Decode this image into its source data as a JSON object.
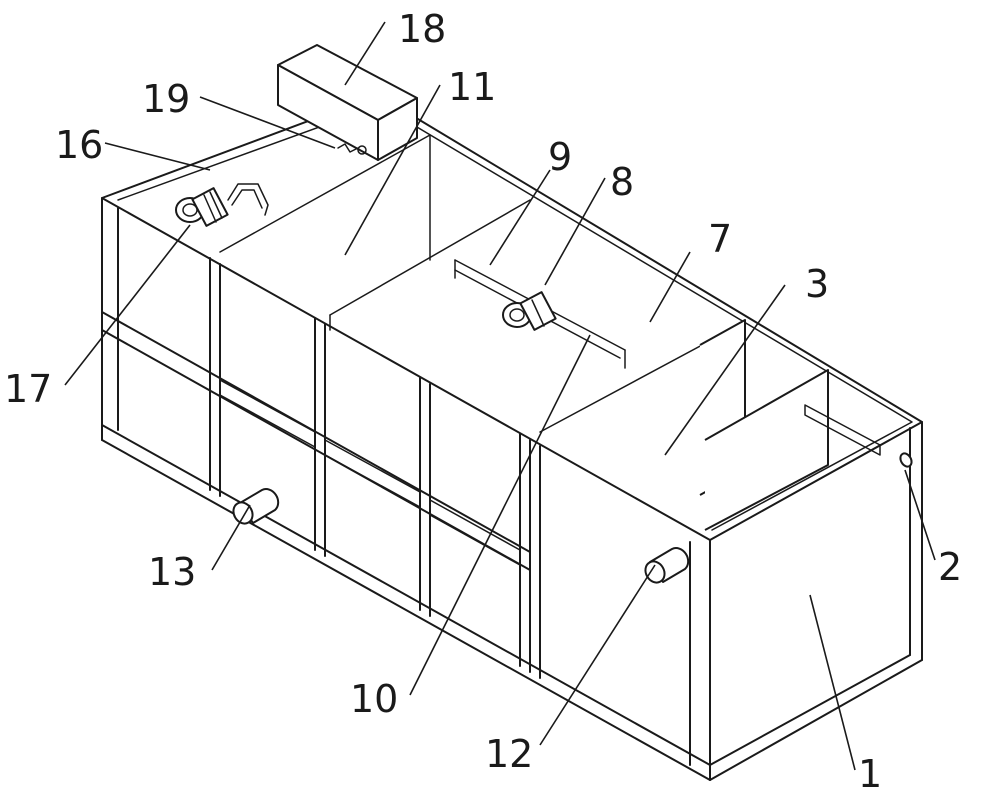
{
  "labels": {
    "l1": "1",
    "l2": "2",
    "l3": "3",
    "l7": "7",
    "l8": "8",
    "l9": "9",
    "l10": "10",
    "l11": "11",
    "l12": "12",
    "l13": "13",
    "l16": "16",
    "l17": "17",
    "l18": "18",
    "l19": "19"
  }
}
